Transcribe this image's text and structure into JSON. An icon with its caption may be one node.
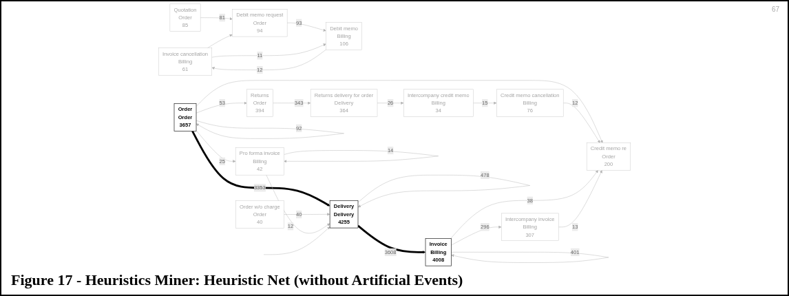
{
  "diagram": {
    "caption": "Figure 17 - Heuristics Miner: Heuristic Net (without Artificial Events)",
    "nodes": [
      {
        "text": [
          "Order",
          "Order",
          "3657"
        ]
      },
      {
        "text": [
          "Returns",
          "Order",
          "394"
        ]
      },
      {
        "text": [
          "Order w/o charge",
          "Order",
          "40"
        ]
      },
      {
        "text": [
          "Pro forma invoice",
          "Billing",
          "42"
        ]
      },
      {
        "text": [
          "Returns delivery for order",
          "Delivery",
          "364"
        ]
      },
      {
        "text": [
          "Delivery",
          "Delivery",
          "4255"
        ]
      },
      {
        "text": [
          "Intercompany credit memo",
          "Billing",
          "34"
        ]
      },
      {
        "text": [
          "Invoice",
          "Billing",
          "4008"
        ]
      },
      {
        "text": [
          "Credit memo cancellation",
          "Billing",
          "76"
        ]
      },
      {
        "text": [
          "Intercompany invoice",
          "Billing",
          "307"
        ]
      },
      {
        "text": [
          "Credit memo re",
          "Order",
          "200"
        ]
      },
      {
        "text": [
          "Quotation",
          "Order",
          "85"
        ]
      },
      {
        "text": [
          "Debit memo request",
          "Order",
          "94"
        ]
      },
      {
        "text": [
          "Debit memo",
          "Billing",
          "106"
        ]
      },
      {
        "text": [
          "Invoice cancellation",
          "Billing",
          "61"
        ]
      }
    ],
    "edges": [
      {
        "from": 0,
        "to": 0,
        "arrow": "to",
        "label": "92"
      },
      {
        "from": 0,
        "to": 1,
        "arrow": "to",
        "label": "53"
      },
      {
        "from": 0,
        "to": 10,
        "arrow": "to"
      },
      {
        "from": 0,
        "to": 5,
        "arrow": "to",
        "label": "3353",
        "style": "thick",
        "color": "#000000"
      },
      {
        "from": 0,
        "to": 3,
        "arrow": "to",
        "label": "25"
      },
      {
        "from": 1,
        "to": 4,
        "arrow": "to",
        "label": "343"
      },
      {
        "from": 2,
        "to": 5,
        "arrow": "to",
        "label": "40"
      },
      {
        "from": 3,
        "to": 3,
        "arrow": "to",
        "label": "14"
      },
      {
        "from": 3,
        "to": 5,
        "arrow": "to",
        "label": "12"
      },
      {
        "from": 4,
        "to": 6,
        "arrow": "to",
        "label": "26"
      },
      {
        "from": 5,
        "to": 5,
        "arrow": "to",
        "label": "478"
      },
      {
        "from": 5,
        "to": 7,
        "arrow": "to",
        "label": "3608",
        "style": "thick",
        "color": "#000000"
      },
      {
        "from": 7,
        "to": 7,
        "arrow": "to",
        "label": "401"
      },
      {
        "from": 6,
        "to": 8,
        "arrow": "to",
        "label": "15"
      },
      {
        "from": 8,
        "to": 10,
        "arrow": "to",
        "label": "12"
      },
      {
        "from": 7,
        "to": 10,
        "arrow": "to",
        "label": "38"
      },
      {
        "from": 7,
        "to": 9,
        "arrow": "to",
        "label": "296"
      },
      {
        "from": 9,
        "to": 10,
        "arrow": "to",
        "label": "13"
      },
      {
        "from": null,
        "to": 5,
        "arrow": "to"
      },
      {
        "from": 11,
        "to": 12,
        "arrow": "to",
        "label": "81"
      },
      {
        "from": 12,
        "to": 13,
        "arrow": "to",
        "label": "93"
      },
      {
        "from": 13,
        "to": 14,
        "arrow": "to",
        "label": "12"
      },
      {
        "from": 14,
        "to": 13,
        "arrow": "to",
        "label": "11"
      },
      {
        "from": 14,
        "to": 12,
        "arrow": "to"
      }
    ],
    "labels": [
      "67"
    ]
  }
}
